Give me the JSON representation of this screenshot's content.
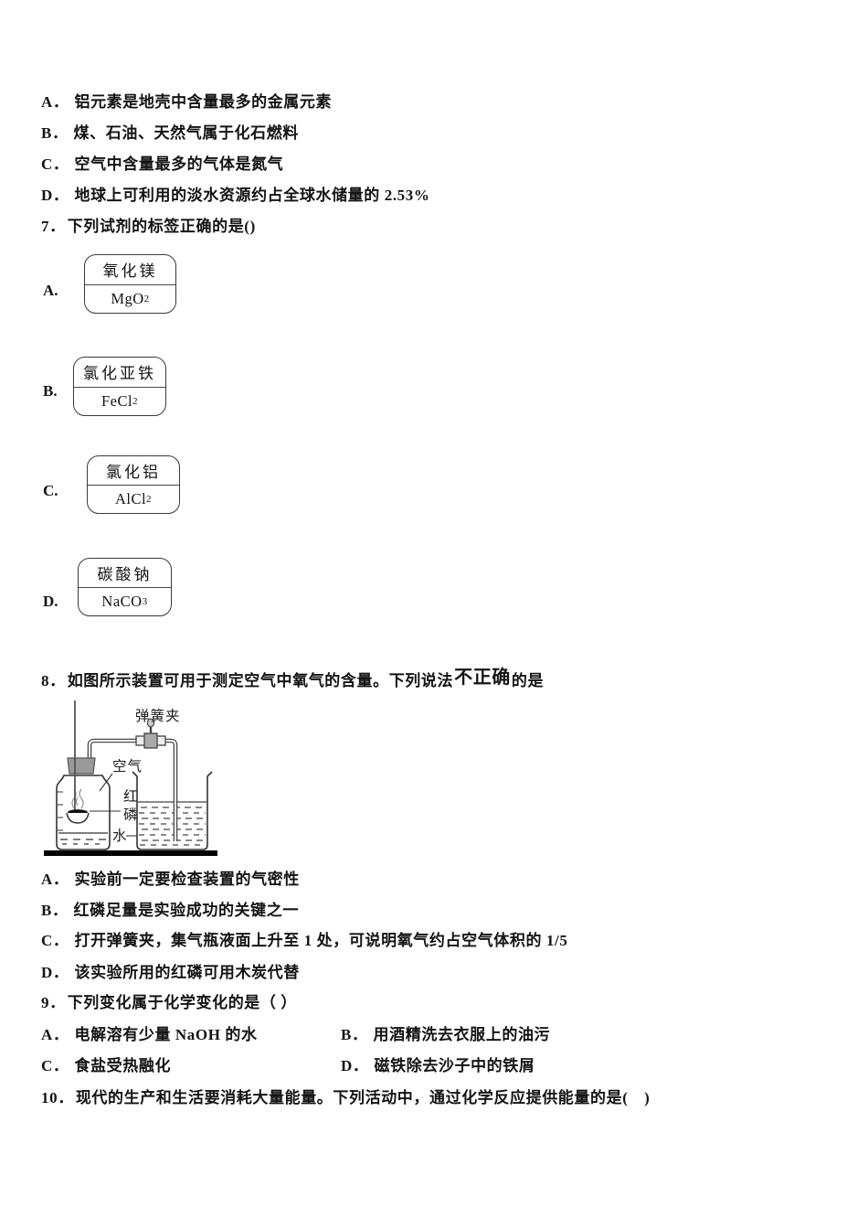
{
  "q6": {
    "options": [
      {
        "label": "A．",
        "text": "铝元素是地壳中含量最多的金属元素"
      },
      {
        "label": "B．",
        "text": "煤、石油、天然气属于化石燃料"
      },
      {
        "label": "C．",
        "text": "空气中含量最多的气体是氮气"
      },
      {
        "label": "D．",
        "text": "地球上可利用的淡水资源约占全球水储量的 2.53%"
      }
    ]
  },
  "q7": {
    "number": "7．",
    "text": "下列试剂的标签正确的是()",
    "bottles": [
      {
        "letter": "A.",
        "name": "氧化镁",
        "formula_base": "MgO",
        "formula_sub": "2"
      },
      {
        "letter": "B.",
        "name": "氯化亚铁",
        "formula_base": "FeCl",
        "formula_sub": "2"
      },
      {
        "letter": "C.",
        "name": "氯化铝",
        "formula_base": "AlCl",
        "formula_sub": "2"
      },
      {
        "letter": "D.",
        "name": "碳酸钠",
        "formula_base": "NaCO",
        "formula_sub": "3"
      }
    ]
  },
  "q8": {
    "number": "8．",
    "text_before": "如图所示装置可用于测定空气中氧气的含量。下列说法",
    "highlight": "不正确",
    "text_after": "的是",
    "diagram_labels": {
      "clamp": "弹簧夹",
      "air": "空气",
      "phosphorus_char1": "红",
      "phosphorus_char2": "磷",
      "water": "水"
    },
    "options": [
      {
        "label": "A．",
        "text": "实验前一定要检查装置的气密性"
      },
      {
        "label": "B．",
        "text": "红磷足量是实验成功的关键之一"
      },
      {
        "label": "C．",
        "text": "打开弹簧夹，集气瓶液面上升至 1 处，可说明氧气约占空气体积的 1/5"
      },
      {
        "label": "D．",
        "text": "该实验所用的红磷可用木炭代替"
      }
    ]
  },
  "q9": {
    "number": "9．",
    "text": "下列变化属于化学变化的是（ ）",
    "options": [
      {
        "label": "A．",
        "text": "电解溶有少量 NaOH 的水"
      },
      {
        "label": "B．",
        "text": "用酒精洗去衣服上的油污"
      },
      {
        "label": "C．",
        "text": "食盐受热融化"
      },
      {
        "label": "D．",
        "text": "磁铁除去沙子中的铁屑"
      }
    ]
  },
  "q10": {
    "number": "10．",
    "text": "现代的生产和生活要消耗大量能量。下列活动中，通过化学反应提供能量的是(　)"
  }
}
